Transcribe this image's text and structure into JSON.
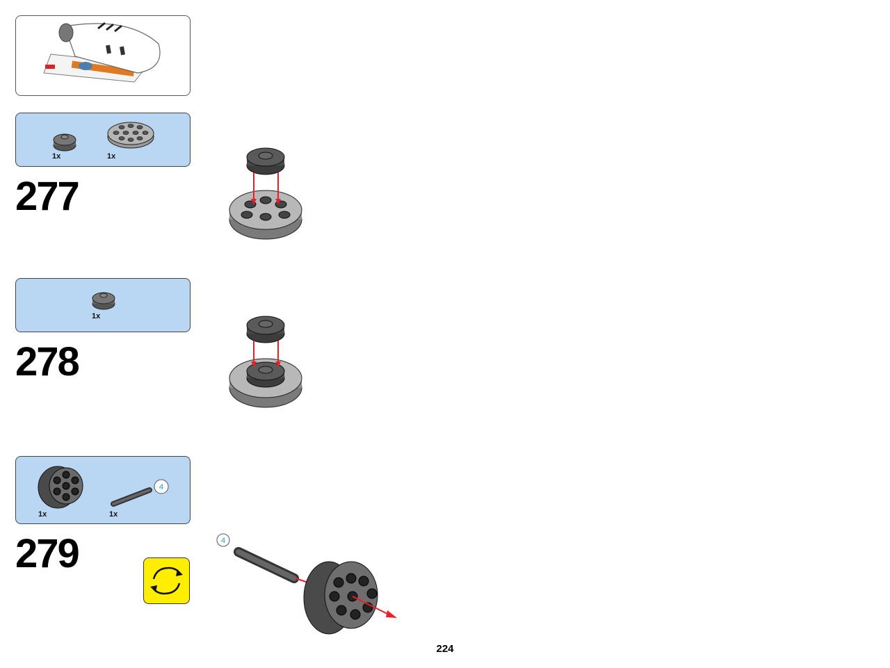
{
  "steps": [
    {
      "number": "277",
      "parts": [
        {
          "icon": "round-plate-2x2-dark-gray",
          "qty": "1x"
        },
        {
          "icon": "round-plate-4x4-light-gray",
          "qty": "1x"
        }
      ]
    },
    {
      "number": "278",
      "parts": [
        {
          "icon": "round-plate-2x2-dark-gray",
          "qty": "1x"
        }
      ]
    },
    {
      "number": "279",
      "parts": [
        {
          "icon": "wheel-hub-dark-gray",
          "qty": "1x"
        },
        {
          "icon": "axle-dark-gray",
          "qty": "1x",
          "length_callout": "4"
        }
      ],
      "assembly_callout": "4"
    }
  ],
  "page_number": "224",
  "colors": {
    "parts_box": "#b9d6f2",
    "rotate_badge": "#ffee00",
    "arrow": "#e8202a",
    "callout": "#2a9bd0"
  }
}
